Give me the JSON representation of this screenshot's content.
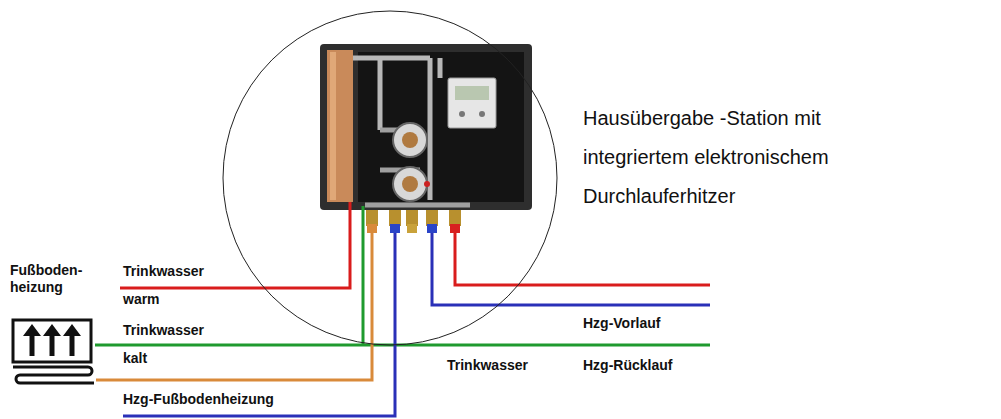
{
  "diagram": {
    "nodes": [
      {
        "text": [
          "Fußboden- heizung"
        ]
      },
      {
        "text": [
          "Hausübergabe -Station mit integriertem elektronischem Durchlauferhitzer"
        ]
      }
    ],
    "edges": [
      {
        "from": 1,
        "to": 0,
        "arrow": "none"
      }
    ],
    "labels": [
      "Trinkwasser warm",
      "Trinkwasser kalt",
      "Hzg-Fußbodenheizung",
      "Hzg-Vorlauf",
      "Trinkwasser",
      "Hzg-Rücklauf"
    ]
  }
}
